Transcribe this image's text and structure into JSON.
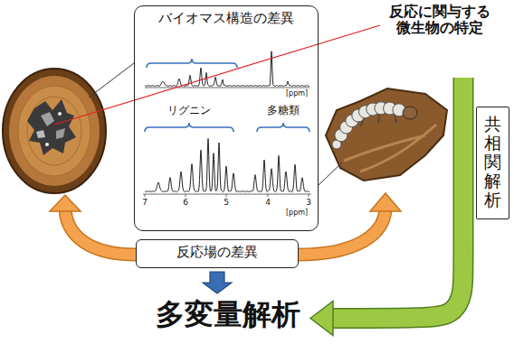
{
  "diagram": {
    "nodes": [
      {
        "text": [
          "バイオマス構造の差異"
        ]
      },
      {
        "text": [
          "反応場の差異"
        ]
      },
      {
        "text": [
          "共相関解析"
        ]
      },
      {
        "text": [
          "多変量解析"
        ]
      }
    ],
    "edges": [
      {
        "from": 1,
        "to": 3,
        "arrow": "to"
      },
      {
        "from": 2,
        "to": 3,
        "arrow": "to"
      }
    ],
    "labels": [
      "[ppm]",
      "リグニン",
      "多糖類",
      "7",
      "6",
      "5",
      "4",
      "3",
      "[ppm]",
      "反応に関与する微生物の特定"
    ]
  }
}
